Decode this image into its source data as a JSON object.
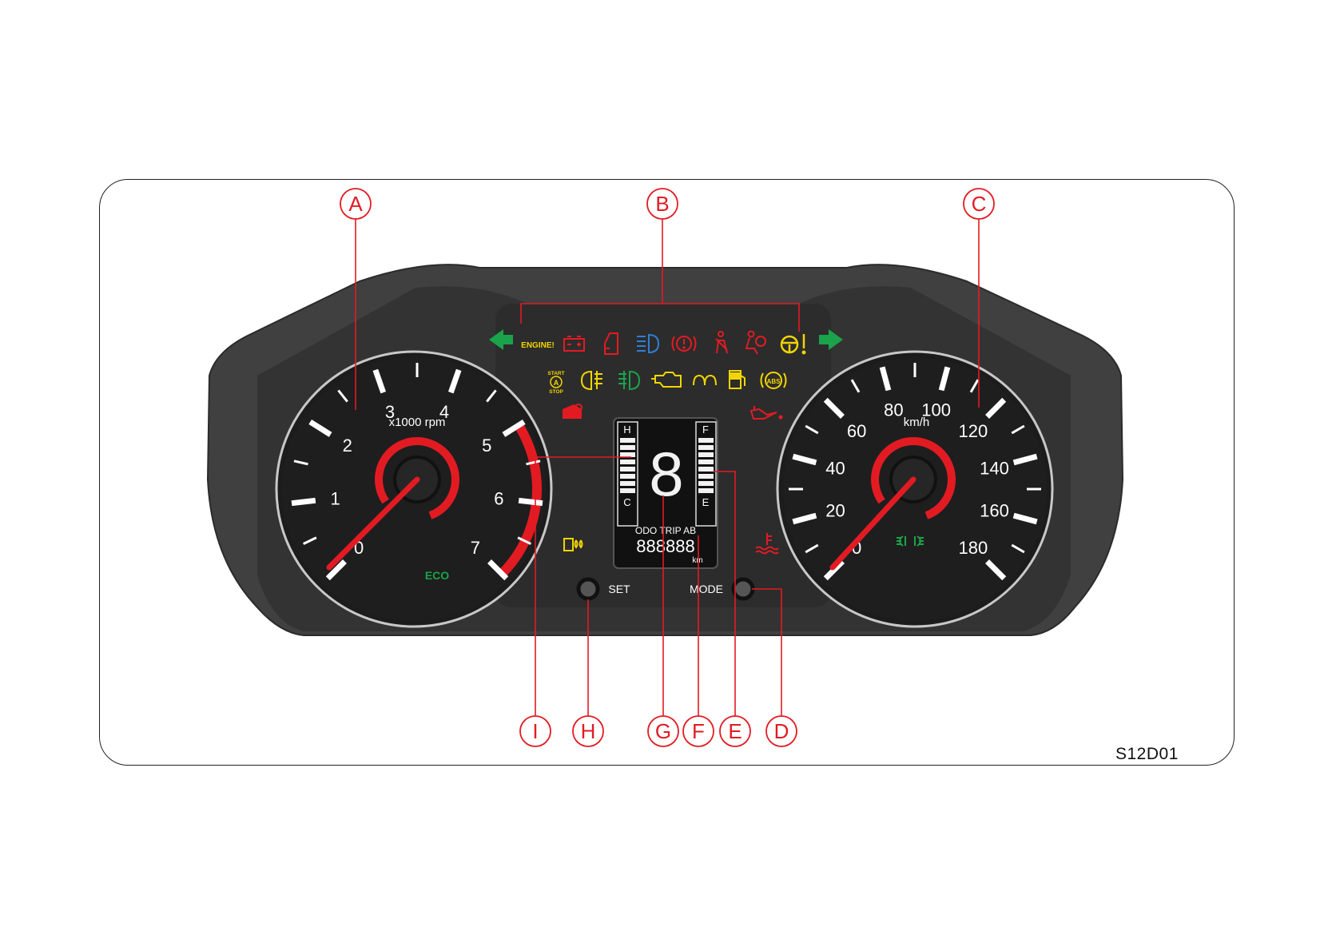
{
  "figure_code": "S12D01",
  "callouts": [
    {
      "id": "a",
      "letter": "A"
    },
    {
      "id": "b",
      "letter": "B"
    },
    {
      "id": "c",
      "letter": "C"
    },
    {
      "id": "d",
      "letter": "D"
    },
    {
      "id": "e",
      "letter": "E"
    },
    {
      "id": "f",
      "letter": "F"
    },
    {
      "id": "g",
      "letter": "G"
    },
    {
      "id": "h",
      "letter": "H"
    },
    {
      "id": "i",
      "letter": "I"
    }
  ],
  "tachometer": {
    "unit": "x1000 rpm",
    "labels": [
      "0",
      "1",
      "2",
      "3",
      "4",
      "5",
      "6",
      "7"
    ],
    "redline_from": 5,
    "max": 7,
    "eco_label": "ECO"
  },
  "speedometer": {
    "unit": "km/h",
    "labels": [
      "0",
      "20",
      "40",
      "60",
      "80",
      "100",
      "120",
      "140",
      "160",
      "180"
    ],
    "max": 180
  },
  "lcd": {
    "temp_high": "H",
    "temp_low": "C",
    "fuel_full": "F",
    "fuel_empty": "E",
    "gear": "8",
    "odo_label": "ODO TRIP AB",
    "odo_value": "888888",
    "odo_unit": "km"
  },
  "buttons": {
    "set": "SET",
    "mode": "MODE"
  },
  "indicators": {
    "engine_label": "ENGINE!",
    "start_stop_top": "START",
    "start_stop_mid": "A",
    "start_stop_bottom": "STOP",
    "abs_label": "ABS"
  },
  "colors": {
    "callout": "#e21b23",
    "panel": "#3a3a3a",
    "panel_inner": "#2a2a2a",
    "green": "#1aa34a",
    "yellow": "#f2d500",
    "red": "#e21b23",
    "blue": "#2f7fd6"
  }
}
